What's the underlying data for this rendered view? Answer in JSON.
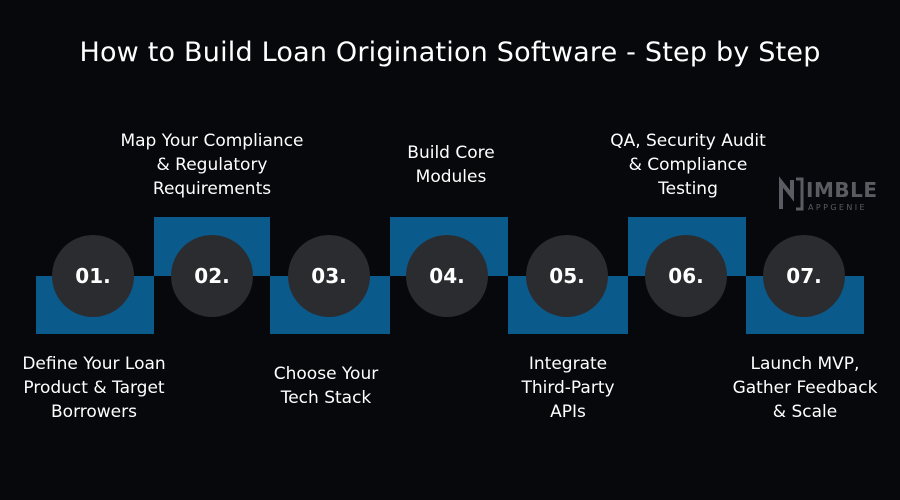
{
  "title": "How to Build Loan Origination Software - Step by Step",
  "steps": [
    {
      "number": "01.",
      "label": "Define Your Loan\nProduct & Target\nBorrowers"
    },
    {
      "number": "02.",
      "label": "Map Your Compliance\n& Regulatory\nRequirements"
    },
    {
      "number": "03.",
      "label": "Choose Your\nTech Stack"
    },
    {
      "number": "04.",
      "label": "Build Core\nModules"
    },
    {
      "number": "05.",
      "label": "Integrate\nThird-Party\nAPIs"
    },
    {
      "number": "06.",
      "label": "QA, Security Audit\n& Compliance\nTesting"
    },
    {
      "number": "07.",
      "label": "Launch MVP,\nGather Feedback\n& Scale"
    }
  ],
  "logo": {
    "text": "IMBLE",
    "subtext": "APPGENIE"
  },
  "colors": {
    "background": "#07080c",
    "block": "#0b5a8c",
    "circle": "#2b2c30",
    "text": "#ffffff",
    "logo": "#5b5c61"
  }
}
